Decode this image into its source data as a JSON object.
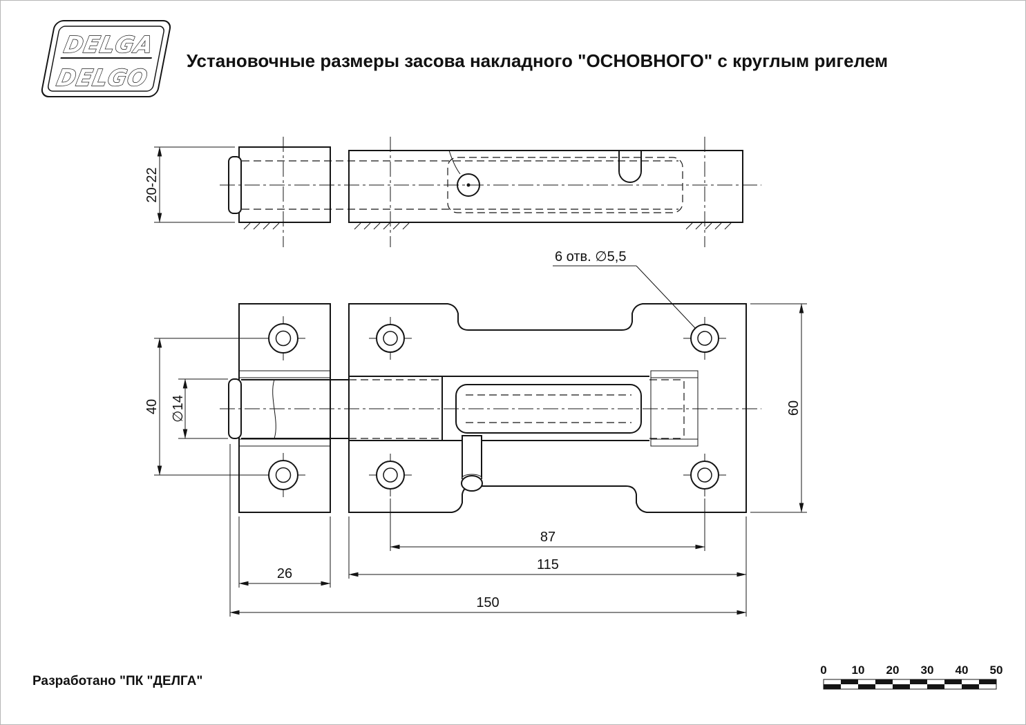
{
  "title": "Установочные размеры засова накладного \"ОСНОВНОГО\" с круглым ригелем",
  "logo": {
    "line1": "DELGA",
    "line2": "DELGO"
  },
  "dimensions": {
    "side_height": "20-22",
    "holes_vertical_span": "40",
    "bolt_diameter": "∅14",
    "body_height": "60",
    "body_holes_span": "87",
    "body_width": "115",
    "keeper_width": "26",
    "total_length": "150",
    "holes_note": "6 отв. ∅5,5"
  },
  "footer": "Разработано \"ПК \"ДЕЛГА\"",
  "scale_bar": {
    "labels": [
      "0",
      "10",
      "20",
      "30",
      "40",
      "50"
    ]
  }
}
